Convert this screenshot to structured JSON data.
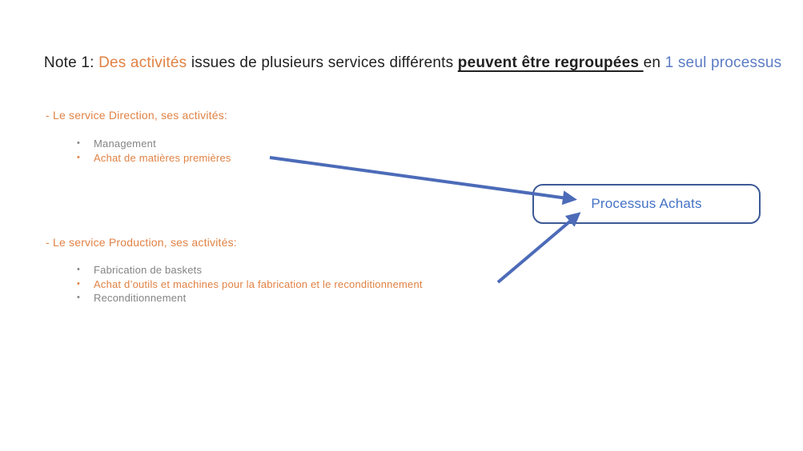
{
  "title": {
    "part1": "Note 1: ",
    "part2_orange": "Des activités",
    "part3": " issues de plusieurs services différents ",
    "part4_bold_underlined": "peuvent être regroupées ",
    "part5": "en ",
    "part6_blue": "1 seul processus"
  },
  "sections": [
    {
      "name": "direction",
      "header": "- Le service Direction, ses activités:",
      "items": [
        {
          "label": "Management",
          "color": "gray"
        },
        {
          "label": "Achat de matières premières",
          "color": "orange"
        }
      ]
    },
    {
      "name": "production",
      "header": "- Le service Production, ses activités:",
      "items": [
        {
          "label": "Fabrication de baskets",
          "color": "gray"
        },
        {
          "label": "Achat d’outils et machines pour la fabrication et le reconditionnement",
          "color": "orange"
        },
        {
          "label": "Reconditionnement",
          "color": "gray"
        }
      ]
    }
  ],
  "process_box": {
    "label": "Processus Achats"
  },
  "arrows": [
    {
      "name": "arrow-from-achat-matieres-to-processus-achats"
    },
    {
      "name": "arrow-from-achat-outils-to-processus-achats"
    }
  ],
  "colors": {
    "dark": "#212121",
    "orange": "#E08244",
    "title_blue": "#5B7CC4",
    "arrow_blue": "#4C6BB8",
    "box_border": "#3D5A96",
    "box_text": "#4472C4",
    "gray": "#848484"
  }
}
